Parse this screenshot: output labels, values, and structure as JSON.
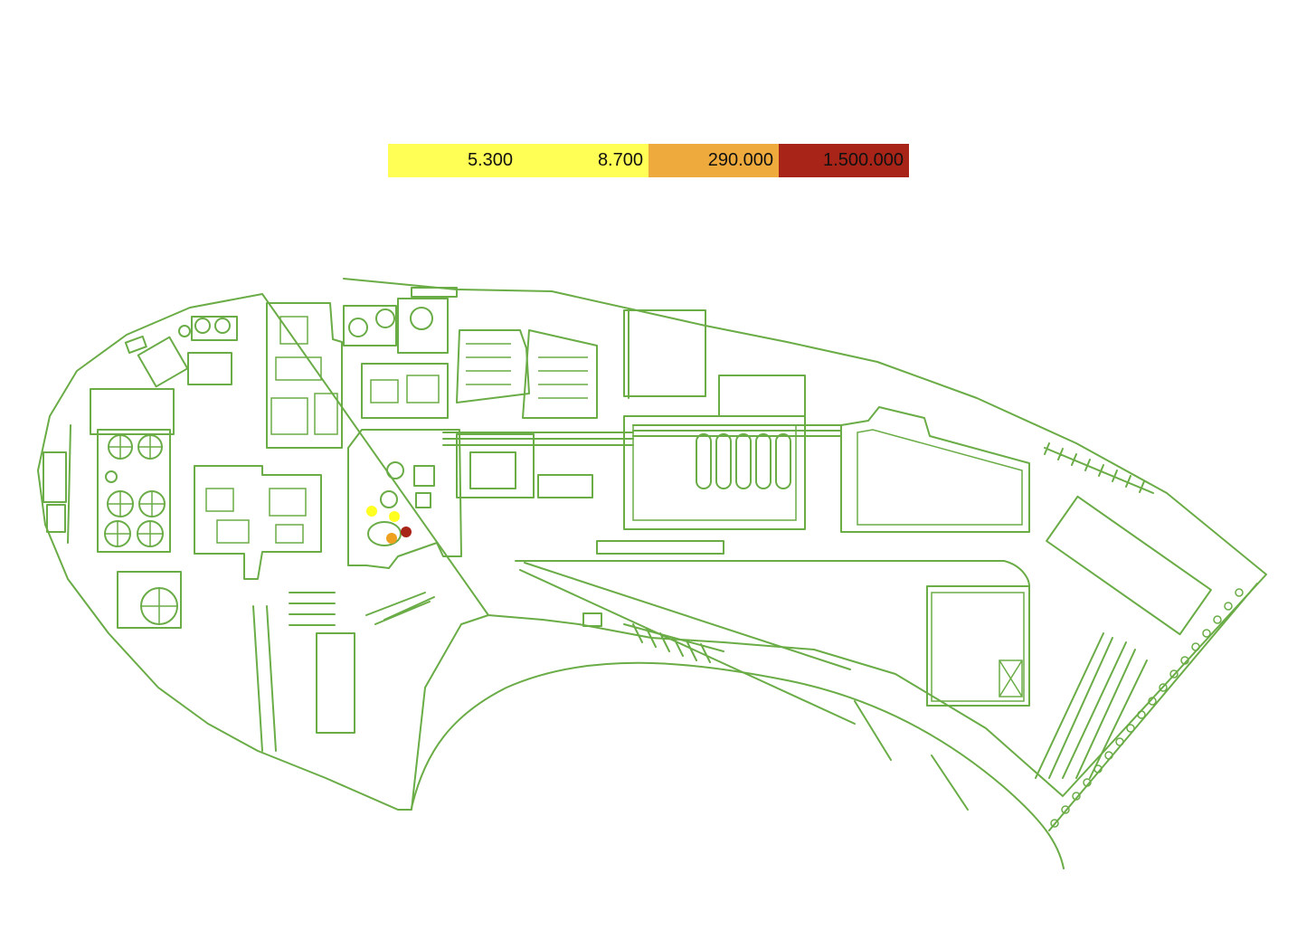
{
  "colors": {
    "outline": "#6aac46",
    "background": "#ffffff"
  },
  "legend": {
    "items": [
      {
        "label": "5.300",
        "color": "#ffff55"
      },
      {
        "label": "8.700",
        "color": "#ffff55"
      },
      {
        "label": "290.000",
        "color": "#eeaa3c"
      },
      {
        "label": "1.500.000",
        "color": "#a82418"
      }
    ]
  },
  "markers": [
    {
      "level": 0,
      "color": "#ffff22"
    },
    {
      "level": 1,
      "color": "#ffff22"
    },
    {
      "level": 2,
      "color": "#eea020"
    },
    {
      "level": 3,
      "color": "#a82418"
    }
  ]
}
